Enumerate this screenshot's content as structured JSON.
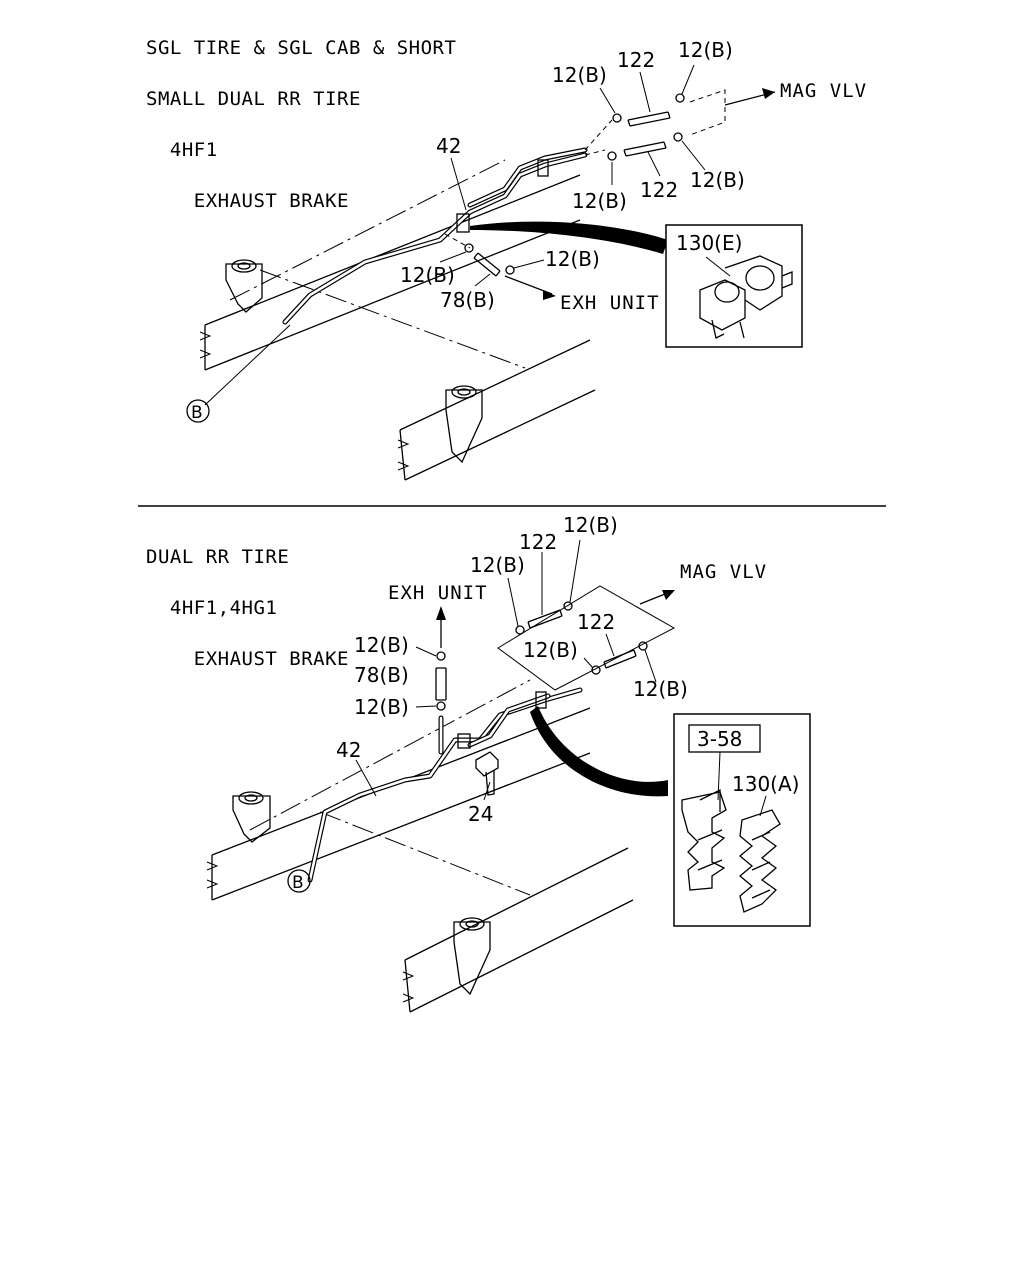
{
  "top_section": {
    "header": [
      "SGL TIRE & SGL CAB & SHORT",
      "SMALL DUAL RR TIRE",
      "  4HF1",
      "    EXHAUST BRAKE"
    ],
    "labels": {
      "clip_a": "12(B)",
      "hose_a": "122",
      "clip_b": "12(B)",
      "mag_vlv": "MAG VLV",
      "pipe": "42",
      "clip_c": "12(B)",
      "hose_b": "122",
      "clip_d": "12(B)",
      "clip_e": "12(B)",
      "clip_f": "12(B)",
      "hose_c": "78(B)",
      "exh_unit": "EXH UNIT",
      "detail": "130(E)",
      "ref": "B"
    }
  },
  "bottom_section": {
    "header": [
      "DUAL RR TIRE",
      "  4HF1,4HG1",
      "    EXHAUST BRAKE"
    ],
    "labels": {
      "clip_a": "12(B)",
      "hose_a": "122",
      "clip_b": "12(B)",
      "mag_vlv": "MAG VLV",
      "exh_unit": "EXH UNIT",
      "clip_c": "12(B)",
      "hose_c": "78(B)",
      "clip_d": "12(B)",
      "hose_b": "122",
      "clip_e": "12(B)",
      "clip_f": "12(B)",
      "pipe": "42",
      "bolt": "24",
      "ref_box": "3-58",
      "detail": "130(A)",
      "ref": "B"
    }
  }
}
